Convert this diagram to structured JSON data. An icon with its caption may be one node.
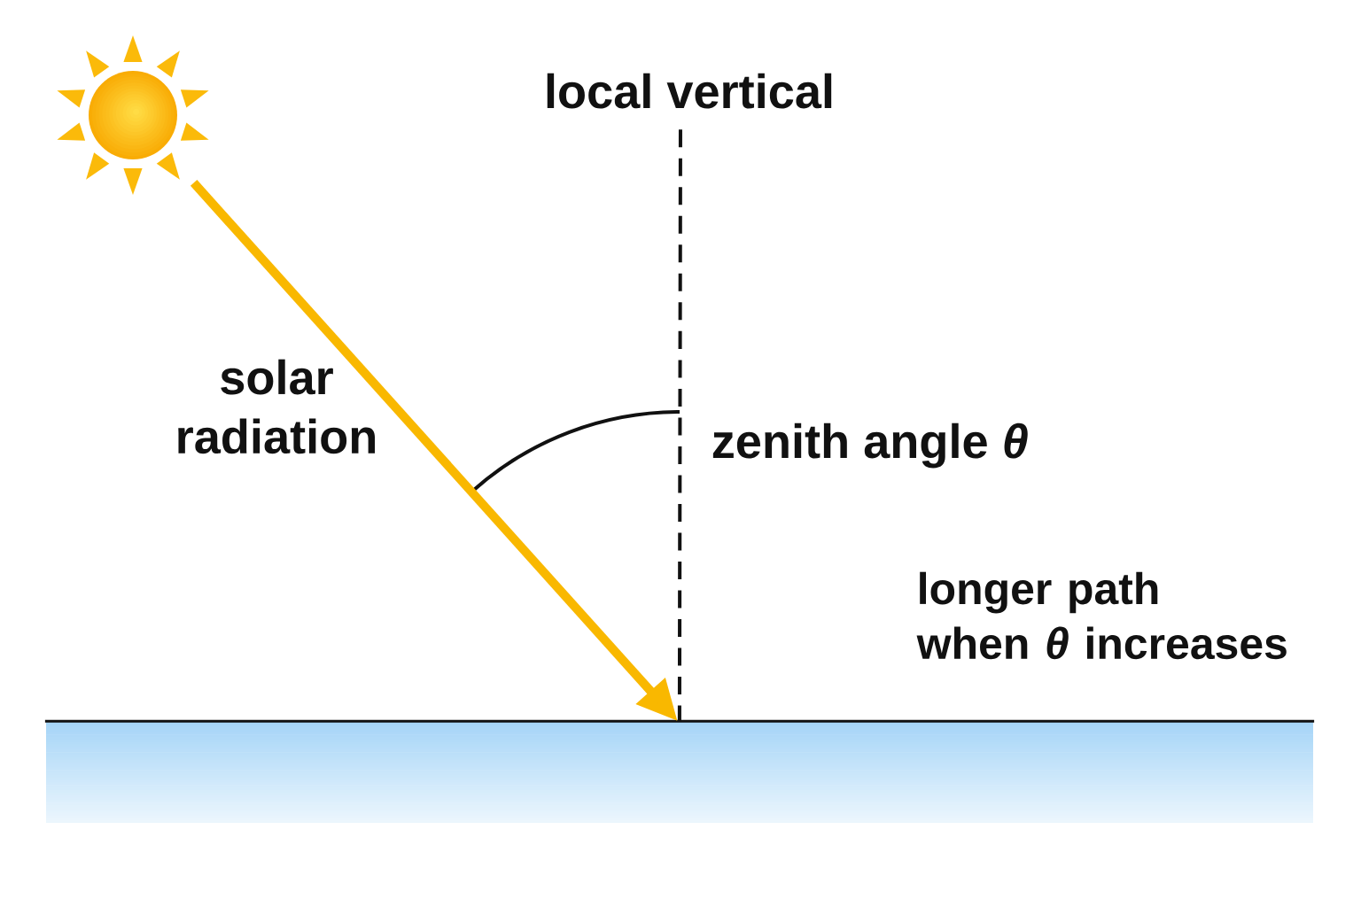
{
  "diagram": {
    "nodes": [
      {
        "text": [],
        "shape": "picture"
      },
      {
        "text": [
          "local vertical"
        ]
      },
      {
        "text": [],
        "shape": "box"
      }
    ],
    "edges": [
      {
        "from": 0,
        "to": 2,
        "arrow": "to",
        "label": "solar radiation",
        "style": "thick",
        "color": "#f9b800"
      },
      {
        "from": 1,
        "to": 2,
        "arrow": "none",
        "style": "dashed",
        "color": "#111111"
      }
    ],
    "labels": [
      "zenith angle *θ*",
      "longer path when *θ* increases"
    ]
  }
}
